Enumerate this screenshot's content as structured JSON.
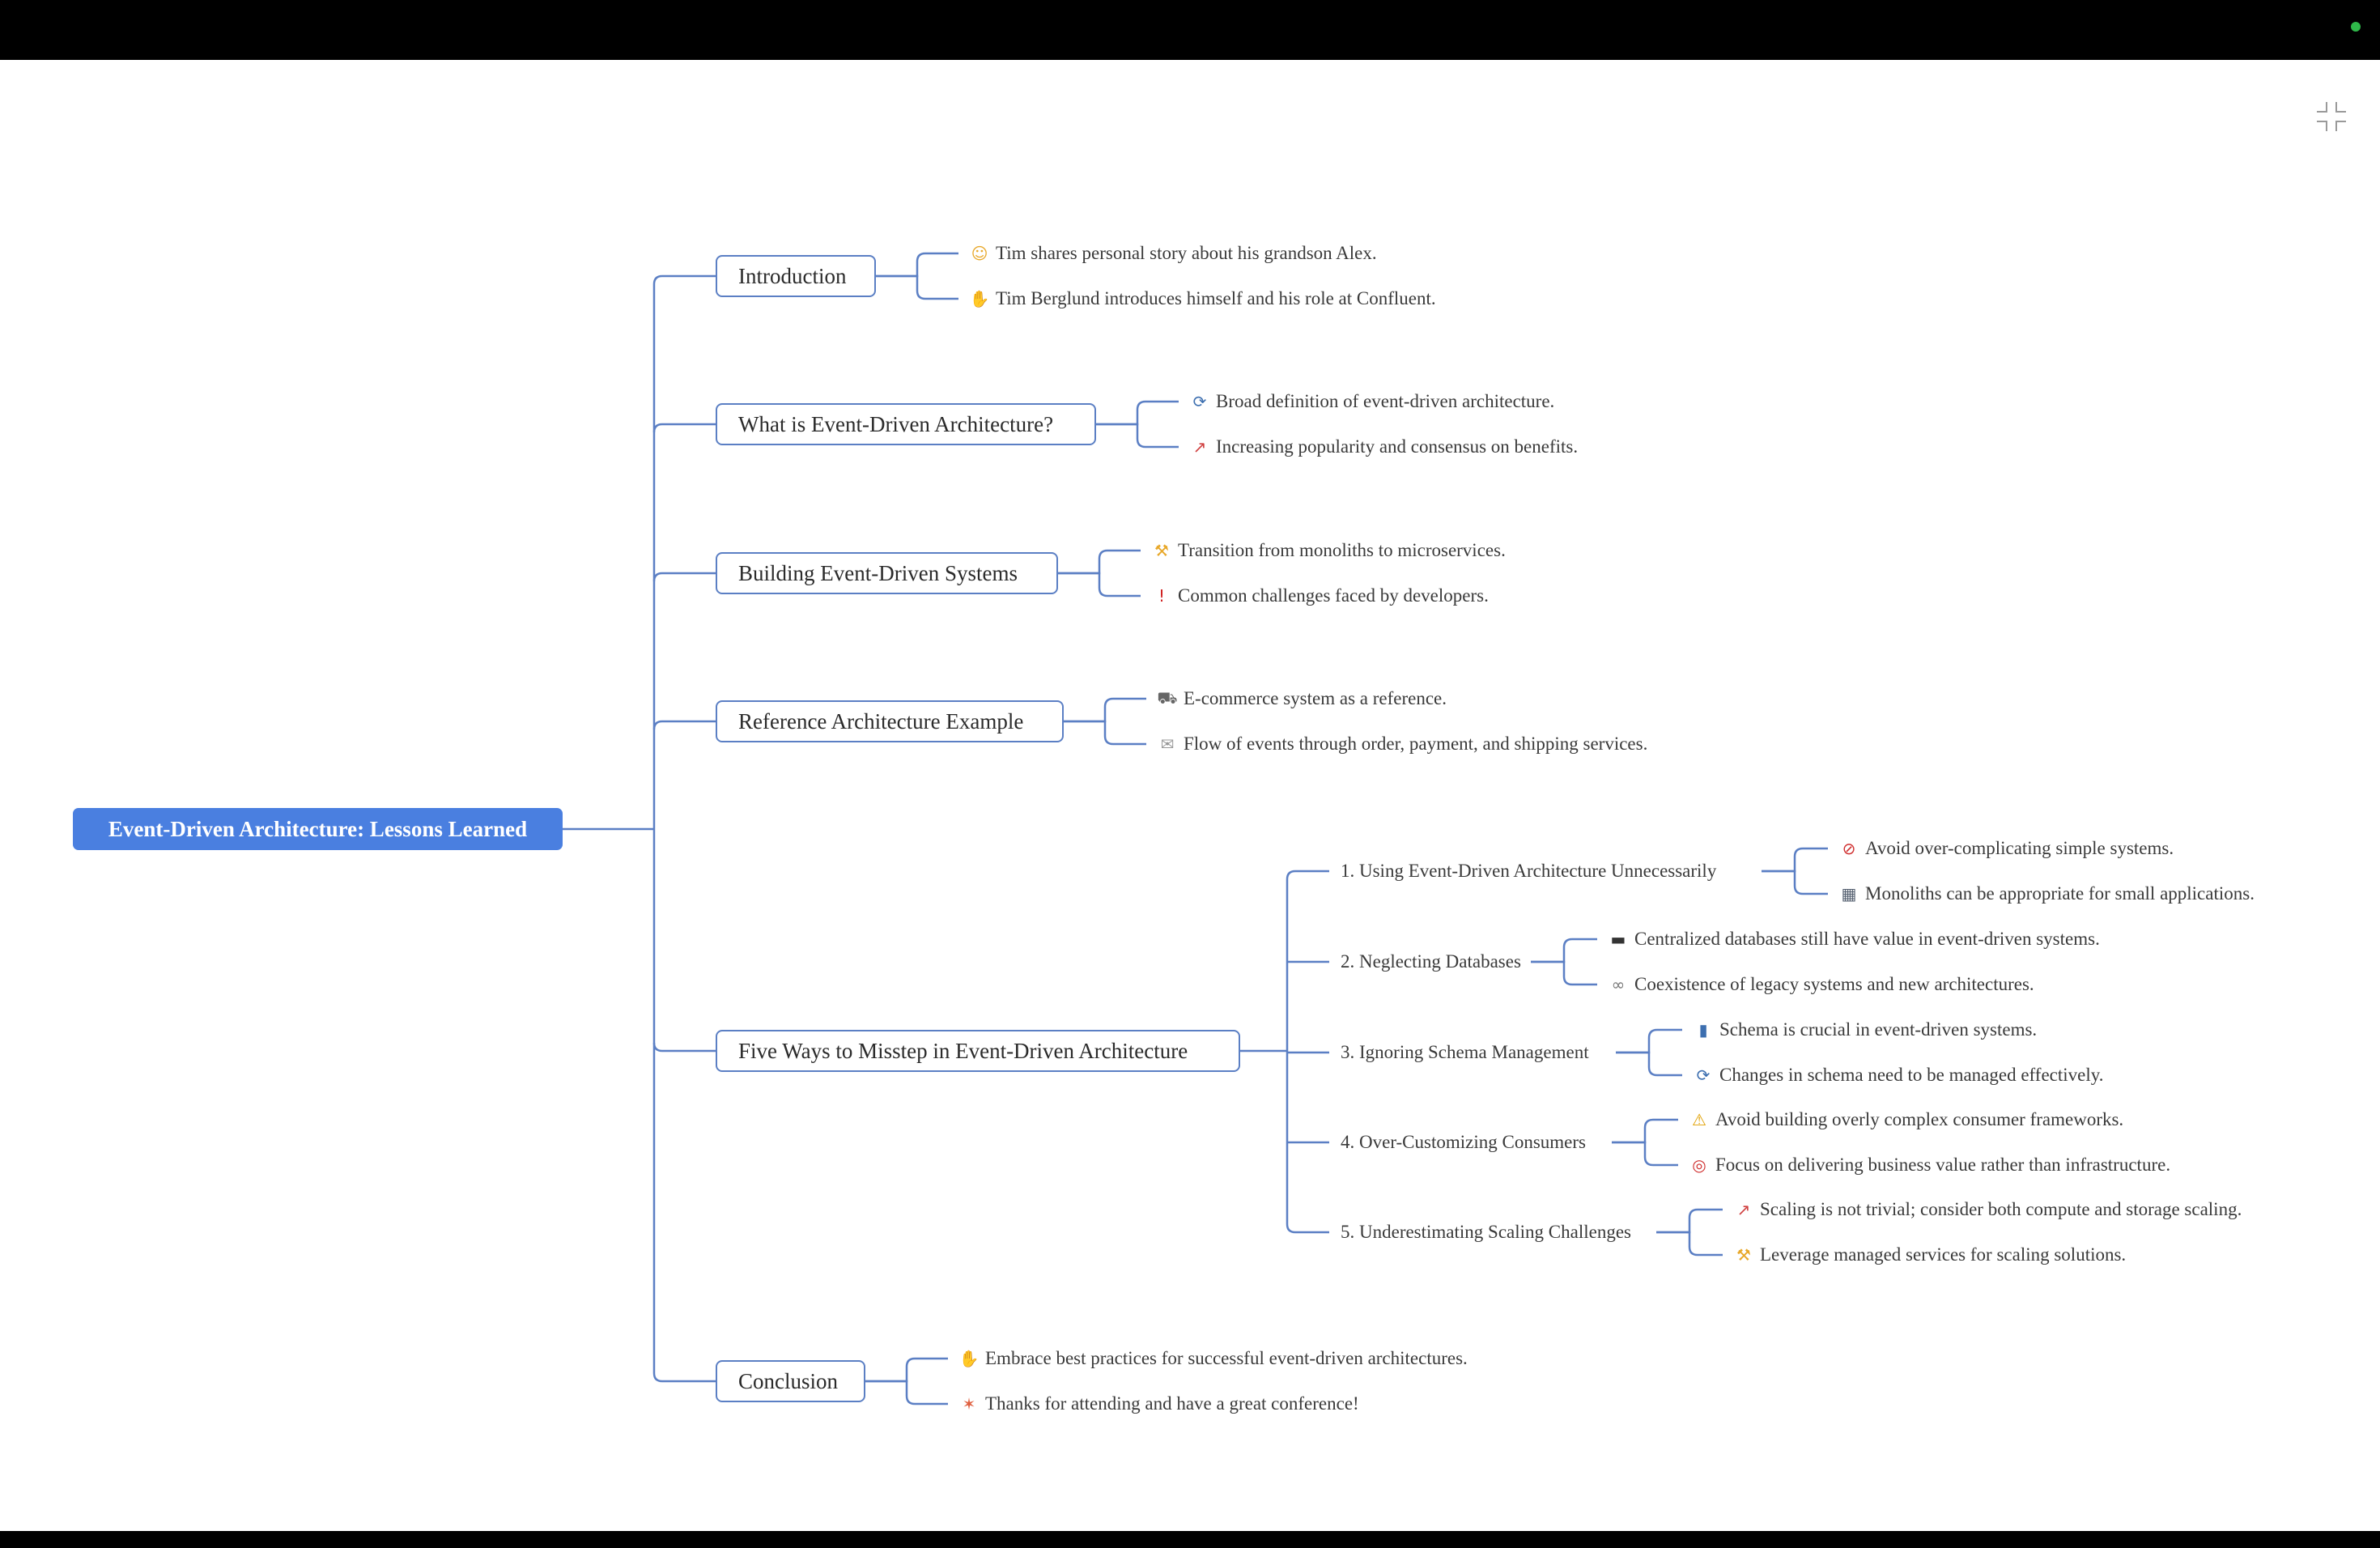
{
  "root": {
    "label": "Event-Driven Architecture: Lessons Learned"
  },
  "branches": [
    {
      "label": "Introduction",
      "leaves": [
        {
          "icon": "baby-face-icon",
          "glyph": "☺",
          "color": "#e8a82a",
          "text": "Tim shares personal story about his grandson Alex."
        },
        {
          "icon": "waving-hand-icon",
          "glyph": "✋",
          "color": "#e8a82a",
          "text": "Tim Berglund introduces himself and his role at Confluent."
        }
      ]
    },
    {
      "label": "What is Event-Driven Architecture?",
      "leaves": [
        {
          "icon": "refresh-icon",
          "glyph": "⟳",
          "color": "#3d6fb0",
          "text": "Broad definition of event-driven architecture."
        },
        {
          "icon": "chart-increasing-icon",
          "glyph": "↗",
          "color": "#d04040",
          "text": "Increasing popularity and consensus on benefits."
        }
      ]
    },
    {
      "label": "Building Event-Driven Systems",
      "leaves": [
        {
          "icon": "construction-icon",
          "glyph": "⚒",
          "color": "#e8a82a",
          "text": "Transition from monoliths to microservices."
        },
        {
          "icon": "exclamation-icon",
          "glyph": "!",
          "color": "#d02020",
          "text": "Common challenges faced by developers."
        }
      ]
    },
    {
      "label": "Reference Architecture Example",
      "leaves": [
        {
          "icon": "shopping-cart-icon",
          "glyph": "⛟",
          "color": "#666666",
          "text": "E-commerce system as a reference."
        },
        {
          "icon": "envelope-icon",
          "glyph": "✉",
          "color": "#999999",
          "text": "Flow of events through order, payment, and shipping services."
        }
      ]
    },
    {
      "label": "Five Ways to Misstep in Event-Driven Architecture",
      "subs": [
        {
          "label": "1. Using Event-Driven Architecture Unnecessarily",
          "leaves": [
            {
              "icon": "prohibited-icon",
              "glyph": "⊘",
              "color": "#d03030",
              "text": "Avoid over-complicating simple systems."
            },
            {
              "icon": "office-building-icon",
              "glyph": "▦",
              "color": "#556070",
              "text": "Monoliths can be appropriate for small applications."
            }
          ]
        },
        {
          "label": "2. Neglecting Databases",
          "leaves": [
            {
              "icon": "database-icon",
              "glyph": "▬",
              "color": "#333333",
              "text": "Centralized databases still have value in event-driven systems."
            },
            {
              "icon": "link-icon",
              "glyph": "∞",
              "color": "#777777",
              "text": "Coexistence of legacy systems and new architectures."
            }
          ]
        },
        {
          "label": "3. Ignoring Schema Management",
          "leaves": [
            {
              "icon": "bar-chart-icon",
              "glyph": "▮",
              "color": "#3d6fb0",
              "text": "Schema is crucial in event-driven systems."
            },
            {
              "icon": "refresh-icon",
              "glyph": "⟳",
              "color": "#3d6fb0",
              "text": "Changes in schema need to be managed effectively."
            }
          ]
        },
        {
          "label": "4. Over-Customizing Consumers",
          "leaves": [
            {
              "icon": "warning-icon",
              "glyph": "⚠",
              "color": "#e0a000",
              "text": "Avoid building overly complex consumer frameworks."
            },
            {
              "icon": "target-icon",
              "glyph": "◎",
              "color": "#d03030",
              "text": "Focus on delivering business value rather than infrastructure."
            }
          ]
        },
        {
          "label": "5. Underestimating Scaling Challenges",
          "leaves": [
            {
              "icon": "chart-increasing-icon",
              "glyph": "↗",
              "color": "#d04040",
              "text": "Scaling is not trivial; consider both compute and storage scaling."
            },
            {
              "icon": "construction-icon",
              "glyph": "⚒",
              "color": "#e8a82a",
              "text": "Leverage managed services for scaling solutions."
            }
          ]
        }
      ]
    },
    {
      "label": "Conclusion",
      "leaves": [
        {
          "icon": "handshake-icon",
          "glyph": "✋",
          "color": "#e8a82a",
          "text": "Embrace best practices for successful event-driven architectures."
        },
        {
          "icon": "party-popper-icon",
          "glyph": "✶",
          "color": "#e06040",
          "text": "Thanks for attending and have a great conference!"
        }
      ]
    }
  ],
  "colors": {
    "accent": "#4a7fe0",
    "line": "#5b7fc4",
    "status_dot": "#2fb84a"
  }
}
